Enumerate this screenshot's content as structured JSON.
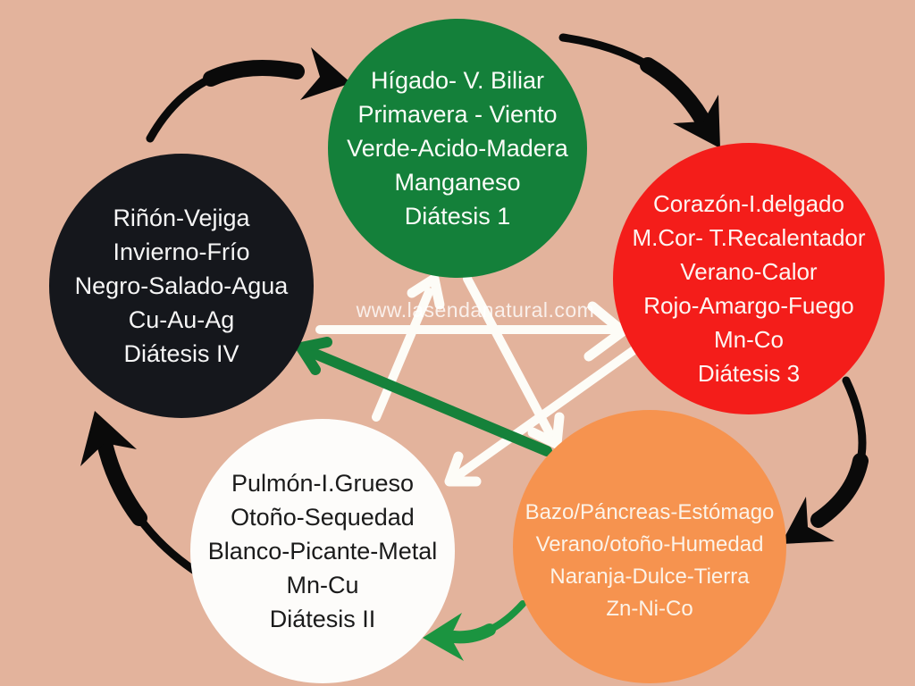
{
  "watermark": "www.lasendanatural.com",
  "colors": {
    "background": "#e3b39c",
    "black_arrow": "#0a0a0a",
    "white_arrow": "#fdfcf7",
    "green_arrow_curved": "#1b9440",
    "green_arrow_straight": "#15813a"
  },
  "nodes": {
    "madera": {
      "color": "#14803a",
      "text_color": "#fafdf8",
      "lines": [
        "Hígado- V. Biliar",
        "Primavera - Viento",
        "Verde-Acido-Madera",
        "Manganeso",
        "Diátesis 1"
      ]
    },
    "fuego": {
      "color": "#f41d1a",
      "text_color": "#fdf6f2",
      "lines": [
        "Corazón-I.delgado",
        "M.Cor- T.Recalentador",
        "Verano-Calor",
        "Rojo-Amargo-Fuego",
        "Mn-Co",
        "Diátesis 3"
      ]
    },
    "tierra": {
      "color": "#f6934f",
      "text_color": "#fcf3e8",
      "lines": [
        "Bazo/Páncreas-Estómago",
        "Verano/otoño-Humedad",
        "Naranja-Dulce-Tierra",
        "Zn-Ni-Co"
      ]
    },
    "metal": {
      "color": "#fdfcfa",
      "text_color": "#1b1b1b",
      "lines": [
        "Pulmón-I.Grueso",
        "Otoño-Sequedad",
        "Blanco-Picante-Metal",
        "Mn-Cu",
        "Diátesis II"
      ]
    },
    "agua": {
      "color": "#15171c",
      "text_color": "#f6f6f6",
      "lines": [
        "Riñón-Vejiga",
        "Invierno-Frío",
        "Negro-Salado-Agua",
        "Cu-Au-Ag",
        "Diátesis IV"
      ]
    }
  }
}
